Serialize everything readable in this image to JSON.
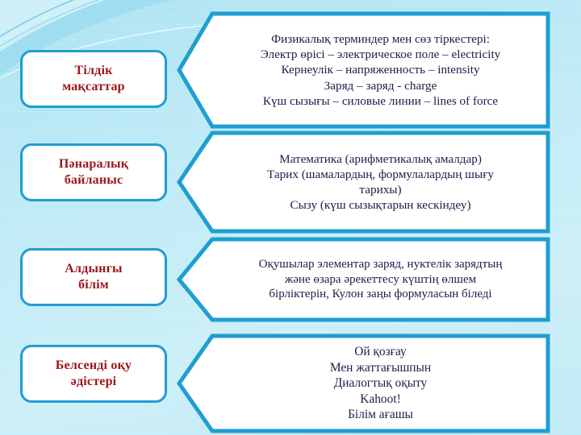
{
  "slide": {
    "background_color": "#bdeaf6",
    "accent_color": "#1f9ed1",
    "label_text_color": "#9d1519",
    "body_text_color": "#1a1f4b",
    "box_fill_color": "#ffffff"
  },
  "rows": [
    {
      "label": "Тілдік\nмақсаттар",
      "label_lines": [
        "Тілдік",
        "мақсаттар"
      ],
      "content_lines": [
        "Физикалық терминдер мен сөз тіркестері:",
        "Электр өрісі – электрическое поле – electricity",
        "Кернеулік – напряженность – intensity",
        "Заряд – заряд -  charge",
        "Күш сызығы – силовые линии – lines of force"
      ]
    },
    {
      "label": "Пәнаралық\nбайланыс",
      "label_lines": [
        "Пәнаралық",
        "байланыс"
      ],
      "content_lines": [
        "Математика (арифметикалық амалдар)",
        "Тарих (шамалардың, формулалардың шығу",
        "тарихы)",
        "Сызу (күш сызықтарын кескіндеу)"
      ]
    },
    {
      "label": "Алдынғы\nбілім",
      "label_lines": [
        "Алдынғы",
        "білім"
      ],
      "content_lines": [
        "Оқушылар элементар заряд, нуктелік зарядтың",
        "және өзара әрекеттесу күштің өлшем",
        "бірліктерін, Кулон заңы формуласын біледі"
      ]
    },
    {
      "label": "Белсенді оқу\nәдістері",
      "label_lines": [
        "Белсенді оқу",
        "әдістері"
      ],
      "content_lines": [
        "Ой қозғау",
        "Мен жаттағышпын",
        "Диалогтық оқыту",
        "Kahoot!",
        "Білім ағашы"
      ]
    }
  ]
}
